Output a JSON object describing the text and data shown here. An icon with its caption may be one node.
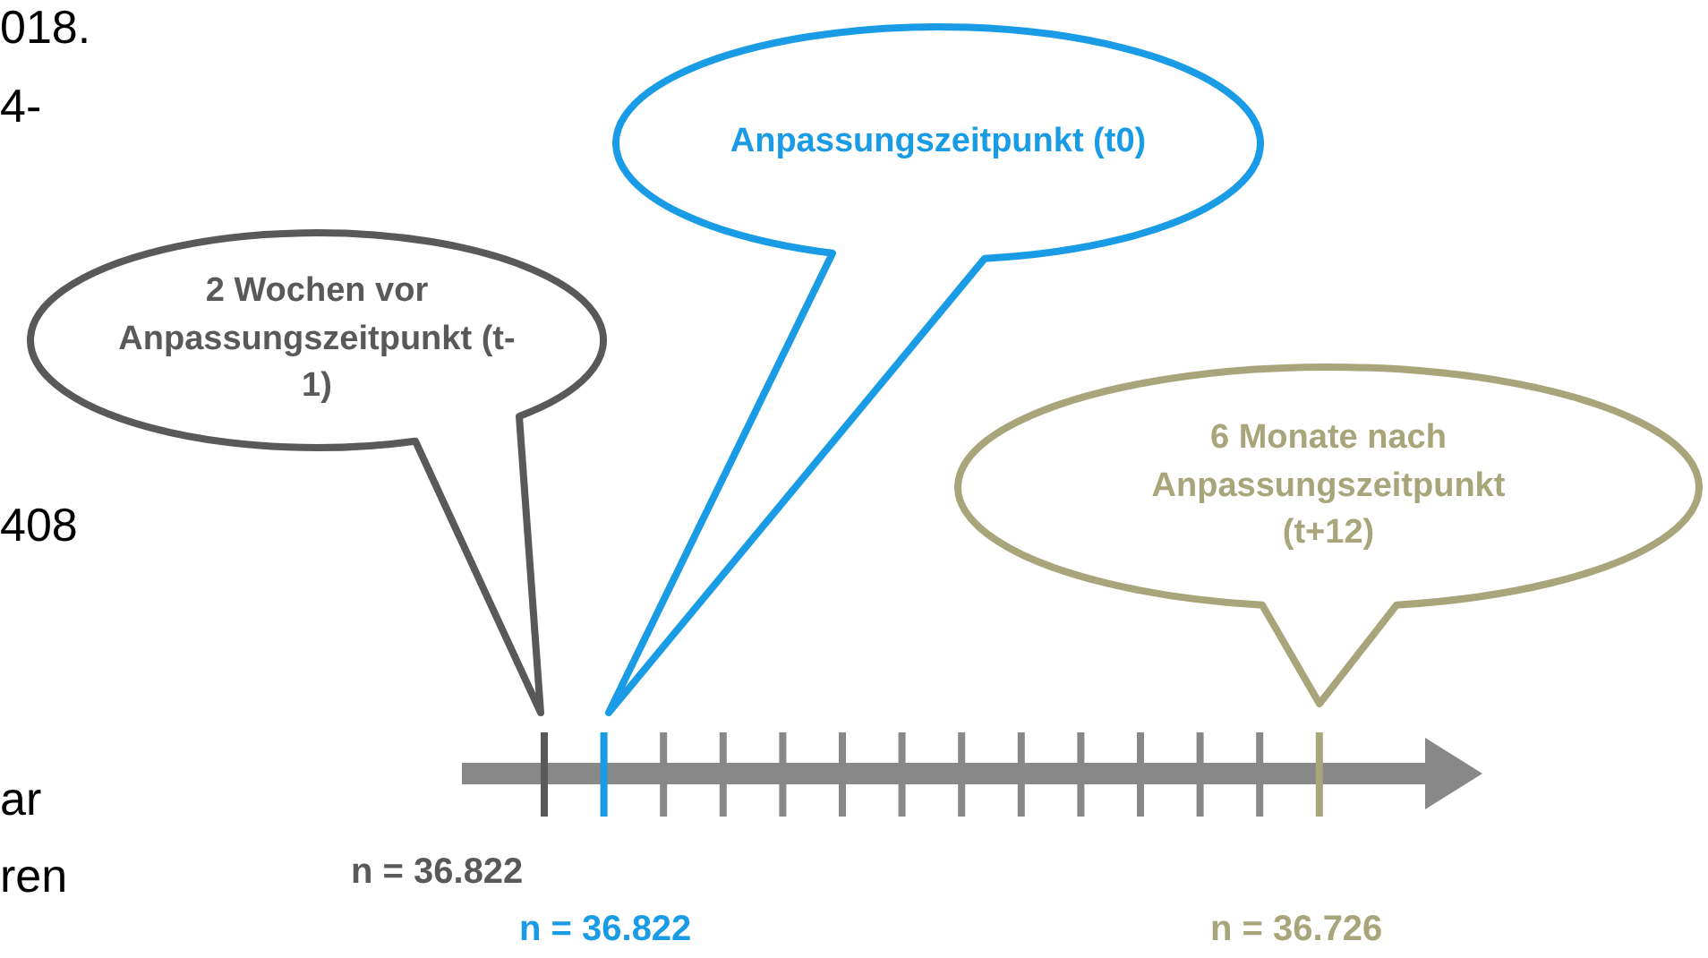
{
  "diagram": {
    "nodes": [
      {
        "text": [
          "2 Wochen vor Anpassungszeitpunkt (t-1)"
        ]
      },
      {
        "text": [
          "Anpassungszeitpunkt (t0)"
        ]
      },
      {
        "text": [
          "6 Monate nach Anpassungszeitpunkt (t+12)"
        ]
      }
    ],
    "labels": [
      "018.",
      "4-",
      "408",
      "ar",
      "ren",
      "n = 36.822",
      "n = 36.822",
      "n = 36.726"
    ]
  }
}
